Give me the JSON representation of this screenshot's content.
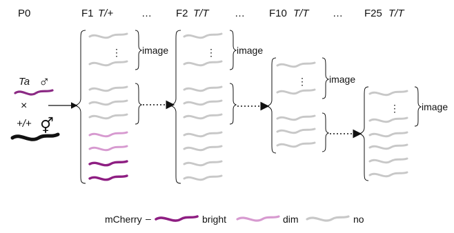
{
  "header": {
    "p0": "P0",
    "f1": "F1",
    "f1_genotype": "T/+",
    "f2": "F2",
    "f2_genotype": "T/T",
    "f10": "F10",
    "f10_genotype": "T/T",
    "f25": "F25",
    "f25_genotype": "T/T",
    "ellipsis": "…"
  },
  "cross": {
    "male_genotype": "Ta",
    "male_symbol": "♂",
    "times": "×",
    "herm_genotype": "+/+",
    "herm_symbol": "⚥",
    "male_color": "#8b2a84",
    "herm_color": "#111111"
  },
  "labels": {
    "image": "image",
    "vertical_dots": "⋮"
  },
  "legend": {
    "title": "mCherry",
    "dash": "–",
    "items": [
      {
        "label": "bright",
        "color": "#8e1e82"
      },
      {
        "label": "dim",
        "color": "#d79ad0"
      },
      {
        "label": "no",
        "color": "#c8c8c8"
      }
    ]
  },
  "colors": {
    "bright": "#8e1e82",
    "dim": "#d79ad0",
    "no": "#c8c8c8",
    "line": "#111111"
  }
}
